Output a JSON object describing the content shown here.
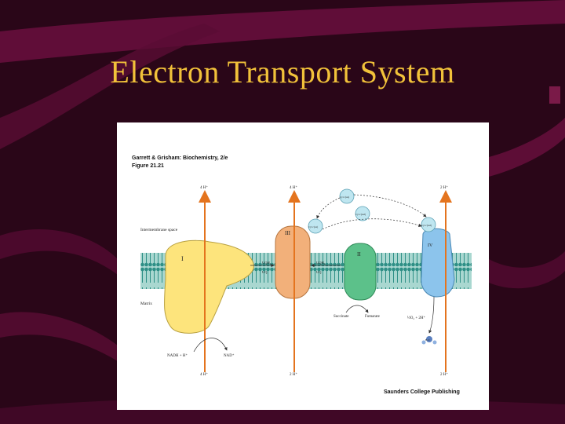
{
  "slide": {
    "title": "Electron Transport System",
    "colors": {
      "background": "#2a0618",
      "swoosh": "#6a0f3e",
      "title": "#f2c23a"
    }
  },
  "figure": {
    "credit_line": "Garrett & Grisham: Biochemistry, 2/e",
    "figure_number": "Figure 21.21",
    "publisher": "Saunders College Publishing",
    "regions": {
      "intermembrane": "Intermembrane space",
      "matrix": "Matrix"
    },
    "complexes": {
      "one": "I",
      "two": "II",
      "three": "III",
      "four": "IV"
    },
    "proton_labels": {
      "top_1": "4 H⁺",
      "top_3": "4 H⁺",
      "top_4": "2 H⁺",
      "bottom_1": "4 H⁺",
      "bottom_3": "2 H⁺",
      "bottom_4": "2 H⁺"
    },
    "carriers": {
      "cyt_c_ox_top": "Cyt c(ox)",
      "cyt_c_red_mid": "Cyt c(red)",
      "cyt_c_ox_left": "Cyt c(ox)",
      "cyt_c_red_right": "Cyt c(red)",
      "uqh2_left": "UQH₂",
      "uq_left": "UQ",
      "uqh2_right": "UQH₂",
      "uq_right": "UQ"
    },
    "substrates": {
      "nadh": "NADH + H⁺",
      "nad": "NAD⁺",
      "succinate": "Succinate",
      "fumarate": "Fumarate",
      "oxygen": "½O₂ + 2H⁺",
      "water": "H₂O"
    },
    "colors": {
      "complex_one": "#fde47c",
      "complex_two": "#5cc18a",
      "complex_three": "#f2b07a",
      "complex_four": "#8cc4ec",
      "cytochrome": "#bfe6f0",
      "proton_arrow": "#e4741e",
      "membrane": "#2e8f86"
    }
  }
}
